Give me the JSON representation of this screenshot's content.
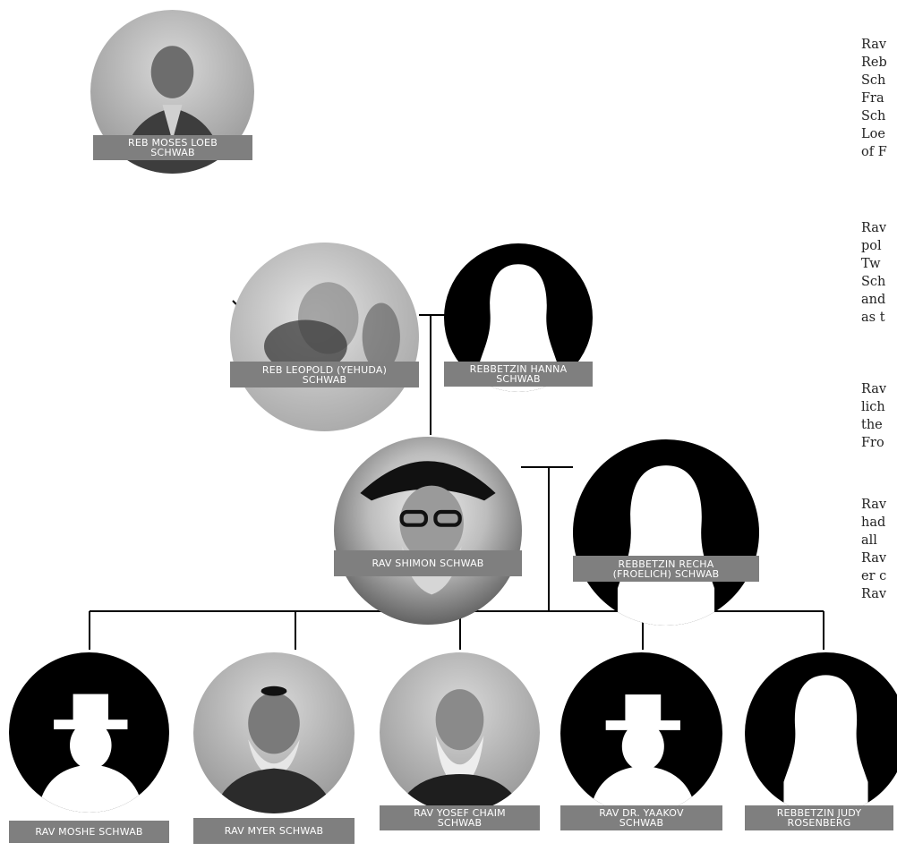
{
  "tree": {
    "people": {
      "moses": {
        "name_line1": "REB MOSES LOEB",
        "name_line2": "SCHWAB"
      },
      "leopold": {
        "name_line1": "REB LEOPOLD (YEHUDA)",
        "name_line2": "SCHWAB"
      },
      "hanna": {
        "name_line1": "REBBETZIN HANNA",
        "name_line2": "SCHWAB"
      },
      "shimon": {
        "name_line1": "RAV SHIMON SCHWAB",
        "name_line2": ""
      },
      "recha": {
        "name_line1": "REBBETZIN RECHA",
        "name_line2": "(FROELICH) SCHWAB"
      },
      "moshe": {
        "name_line1": "RAV MOSHE SCHWAB",
        "name_line2": ""
      },
      "myer": {
        "name_line1": "RAV MYER SCHWAB",
        "name_line2": ""
      },
      "yosef_chaim": {
        "name_line1": "RAV YOSEF CHAIM",
        "name_line2": "SCHWAB"
      },
      "yaakov": {
        "name_line1": "RAV DR. YAAKOV",
        "name_line2": "SCHWAB"
      },
      "judy": {
        "name_line1": "REBBETZIN JUDY",
        "name_line2": "ROSENBERG"
      }
    }
  },
  "bio_text": {
    "p1": [
      "Rav",
      "Reb",
      "Sch",
      "Fra",
      "Sch",
      "Loe",
      "of F"
    ],
    "p2": [
      "Rav",
      "pol",
      "Tw",
      "Sch",
      "and",
      "as t"
    ],
    "p3": [
      "Rav",
      "lich",
      "the",
      "Fro"
    ],
    "p4": [
      "Rav",
      "had",
      "all",
      "Rav",
      "er c",
      "Rav"
    ]
  },
  "colors": {
    "label_bg": "#7f7f7f",
    "line": "#000000",
    "silhouette_bg": "#000000"
  }
}
